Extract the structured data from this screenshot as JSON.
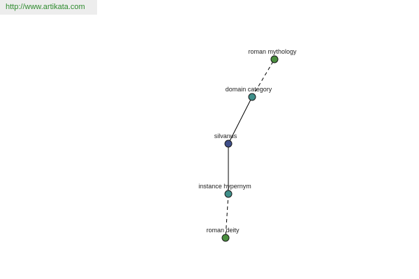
{
  "watermark": "http://www.artikata.com",
  "colors": {
    "root_node": "#3f4f8a",
    "relation_node": "#3f8f8a",
    "leaf_node": "#4a8f3f"
  },
  "nodes": {
    "roman_mythology": {
      "label": "roman mythology",
      "role": "leaf"
    },
    "domain_category": {
      "label": "domain category",
      "role": "relation"
    },
    "silvanus": {
      "label": "silvanus",
      "role": "root"
    },
    "instance_hypernym": {
      "label": "instance hypernym",
      "role": "relation"
    },
    "roman_deity": {
      "label": "roman deity",
      "role": "leaf"
    }
  },
  "edges": [
    {
      "from": "silvanus",
      "to": "domain_category",
      "style": "solid"
    },
    {
      "from": "domain_category",
      "to": "roman_mythology",
      "style": "dashed"
    },
    {
      "from": "silvanus",
      "to": "instance_hypernym",
      "style": "solid"
    },
    {
      "from": "instance_hypernym",
      "to": "roman_deity",
      "style": "dashed"
    }
  ]
}
